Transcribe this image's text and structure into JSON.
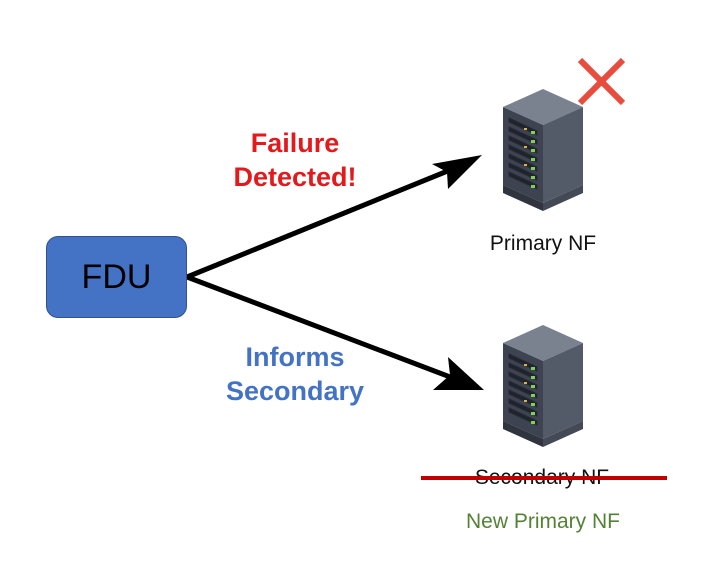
{
  "fdu": {
    "label": "FDU"
  },
  "edges": {
    "failure_label_line1": "Failure",
    "failure_label_line2": "Detected!",
    "informs_label_line1": "Informs",
    "informs_label_line2": "Secondary"
  },
  "nodes": {
    "primary": {
      "label": "Primary NF",
      "status_icon": "failed-x-icon"
    },
    "secondary": {
      "old_label": "Secondary NF",
      "new_label": "New Primary NF"
    }
  },
  "colors": {
    "fdu_fill": "#4472c4",
    "failure_text": "#e31a1c",
    "informs_text": "#4472c4",
    "strike": "#c00000",
    "new_primary_text": "#548235",
    "x_mark": "#e84c3d"
  }
}
